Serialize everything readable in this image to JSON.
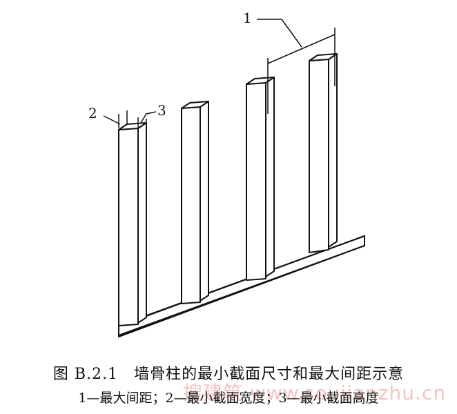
{
  "labels": {
    "one": "1",
    "two": "2",
    "three": "3"
  },
  "caption": "图 B.2.1　墙骨柱的最小截面尺寸和最大间距示意",
  "legend": "1—最大间距；2—最小截面宽度；3—最小截面高度",
  "watermark": "搜建筑 www.soujianzhu.cn"
}
